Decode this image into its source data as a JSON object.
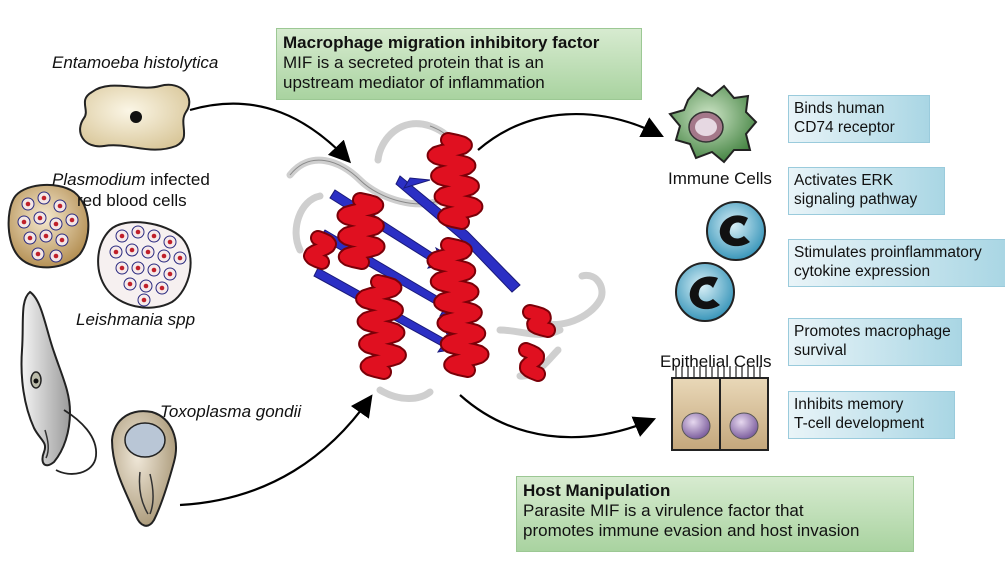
{
  "organisms": {
    "entamoeba": "Entamoeba histolytica",
    "plasmodium_italic": "Plasmodium",
    "plasmodium_rest": " infected",
    "plasmodium_line2": "red blood cells",
    "leishmania": "Leishmania spp",
    "toxoplasma": "Toxoplasma gondii"
  },
  "mif_box": {
    "title": "Macrophage migration inhibitory factor",
    "line1": "MIF is a secreted protein that is an",
    "line2": "upstream mediator of inflammation"
  },
  "host_box": {
    "title": "Host Manipulation",
    "line1": "Parasite MIF is a virulence factor that",
    "line2": "promotes immune evasion and host invasion"
  },
  "cell_labels": {
    "immune": "Immune Cells",
    "epithelial": "Epithelial Cells"
  },
  "effects": [
    {
      "line1": "Binds human",
      "line2": "CD74 receptor"
    },
    {
      "line1": "Activates ERK",
      "line2": "signaling pathway"
    },
    {
      "line1": "Stimulates proinflammatory",
      "line2": "cytokine expression"
    },
    {
      "line1": "Promotes macrophage",
      "line2": "survival"
    },
    {
      "line1": "Inhibits memory",
      "line2": "T-cell development"
    }
  ],
  "colors": {
    "helix": "#e01020",
    "strand": "#2b2fc4",
    "coil": "#d8d8d8",
    "green_box": "#a9d3a0",
    "blue_box": "#a9d6e4",
    "macrophage": "#5c9c5a",
    "lymphocyte": "#3a9fc4"
  }
}
